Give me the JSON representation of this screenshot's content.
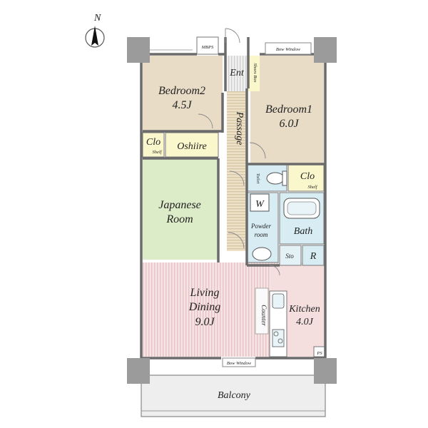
{
  "compass": {
    "label": "N"
  },
  "rooms": {
    "bedroom2": {
      "name": "Bedroom2",
      "size": "4.5J"
    },
    "bedroom1": {
      "name": "Bedroom1",
      "size": "6.0J"
    },
    "japanese": {
      "name1": "Japanese",
      "name2": "Room"
    },
    "living": {
      "name1": "Living",
      "name2": "Dining",
      "size": "9.0J"
    },
    "kitchen": {
      "name": "Kitchen",
      "size": "4.0J"
    },
    "balcony": {
      "name": "Balcony"
    }
  },
  "labels": {
    "ent": "Ent",
    "passage": "Passage",
    "shoes_box": "Shoes Box",
    "mbps": "MBPS",
    "bow_window_top": "Bow Window",
    "bow_window_bottom": "Bow Window",
    "clo_left": "Clo",
    "shelf_left": "Shelf",
    "oshiire": "Oshiire",
    "toilet": "Toilet",
    "clo_right": "Clo",
    "shelf_right": "Shelf",
    "washer": "W",
    "powder": "Powder",
    "powder2": "room",
    "bath": "Bath",
    "sto": "Sto",
    "fridge": "R",
    "counter": "Counter",
    "ps": "PS"
  },
  "colors": {
    "wood": "#e8dcc6",
    "tatami": "#dcebc8",
    "living": "#f4dede",
    "wet": "#d8ecf4",
    "closet": "#fbf7cc",
    "wall": "#777777",
    "pillar": "#9b9b9b",
    "balcony": "#ececec"
  }
}
